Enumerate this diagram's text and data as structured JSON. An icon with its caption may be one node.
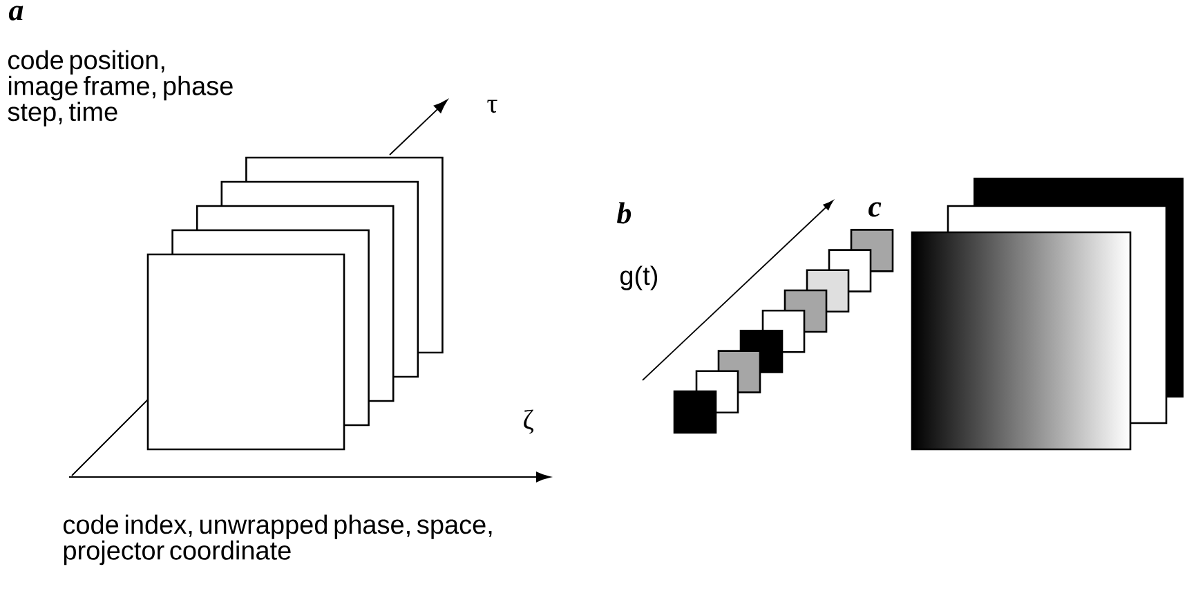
{
  "diagram": {
    "labels": [
      "a",
      "code position, image frame, phase step, time",
      "τ",
      "ζ",
      "code index, unwrapped phase, space, projector coordinate",
      "b",
      "g(t)",
      "c"
    ]
  }
}
